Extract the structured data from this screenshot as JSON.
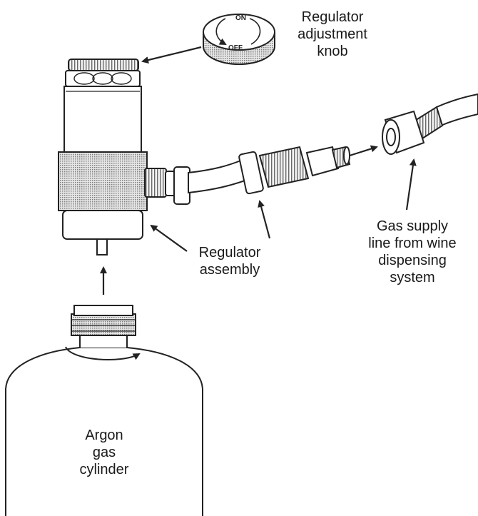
{
  "labels": {
    "knob": [
      "Regulator",
      "adjustment",
      "knob"
    ],
    "regulator": [
      "Regulator",
      "assembly"
    ],
    "supply": [
      "Gas supply",
      "line from wine",
      "dispensing",
      "system"
    ],
    "cylinder": [
      "Argon",
      "gas",
      "cylinder"
    ]
  },
  "knob_marks": {
    "on": "ON",
    "off": "OFF"
  },
  "colors": {
    "line": "#222222",
    "knurl": "#9a9a9a",
    "background": "#ffffff"
  }
}
